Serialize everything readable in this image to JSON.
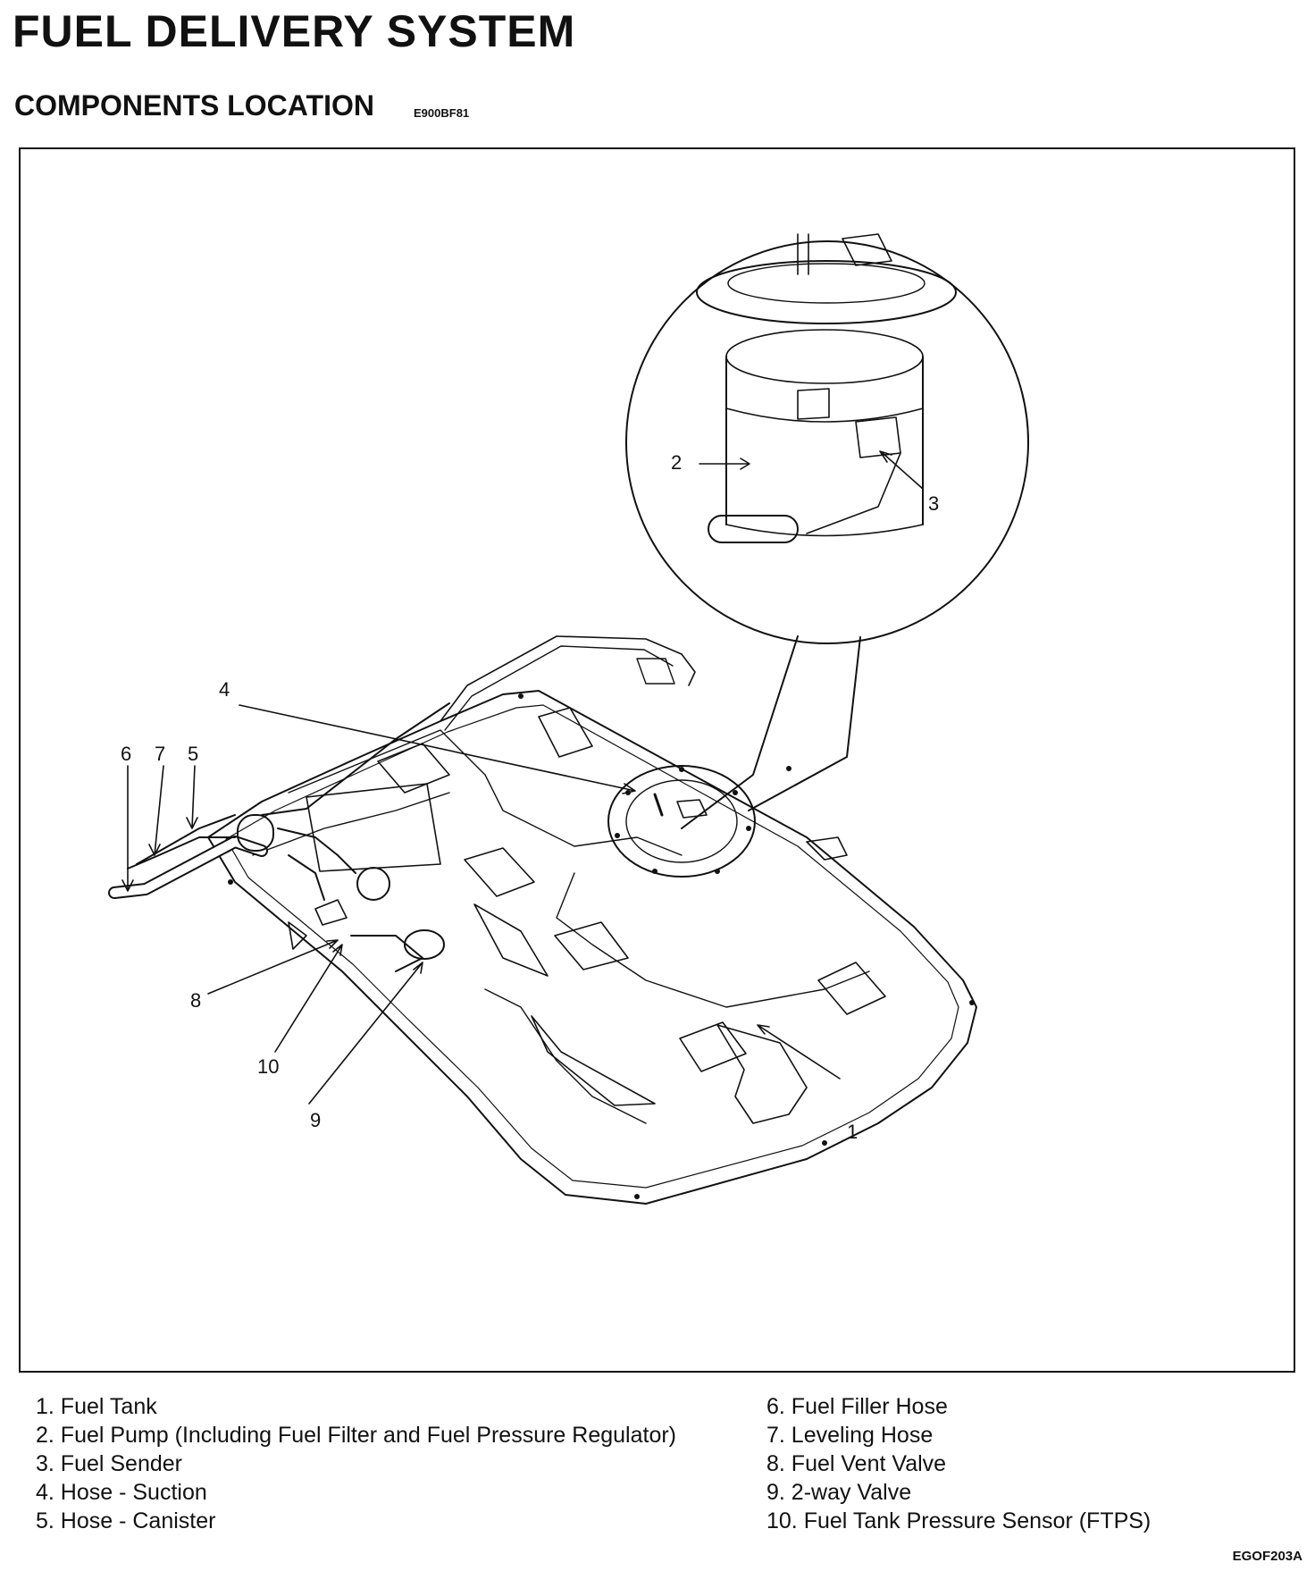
{
  "page": {
    "title": "FUEL DELIVERY SYSTEM",
    "subtitle": "COMPONENTS LOCATION",
    "section_code": "E900BF81",
    "figure_code": "EGOF203A"
  },
  "diagram": {
    "callouts": [
      "1",
      "2",
      "3",
      "4",
      "5",
      "6",
      "7",
      "8",
      "9",
      "10"
    ]
  },
  "legend": {
    "left": [
      "1. Fuel Tank",
      "2. Fuel Pump (Including Fuel Filter and Fuel Pressure Regulator)",
      "3. Fuel Sender",
      "4. Hose - Suction",
      "5. Hose - Canister"
    ],
    "right": [
      "6. Fuel  Filler Hose",
      "7. Leveling Hose",
      "8. Fuel Vent Valve",
      "9. 2-way Valve",
      "10. Fuel Tank Pressure Sensor (FTPS)"
    ]
  }
}
